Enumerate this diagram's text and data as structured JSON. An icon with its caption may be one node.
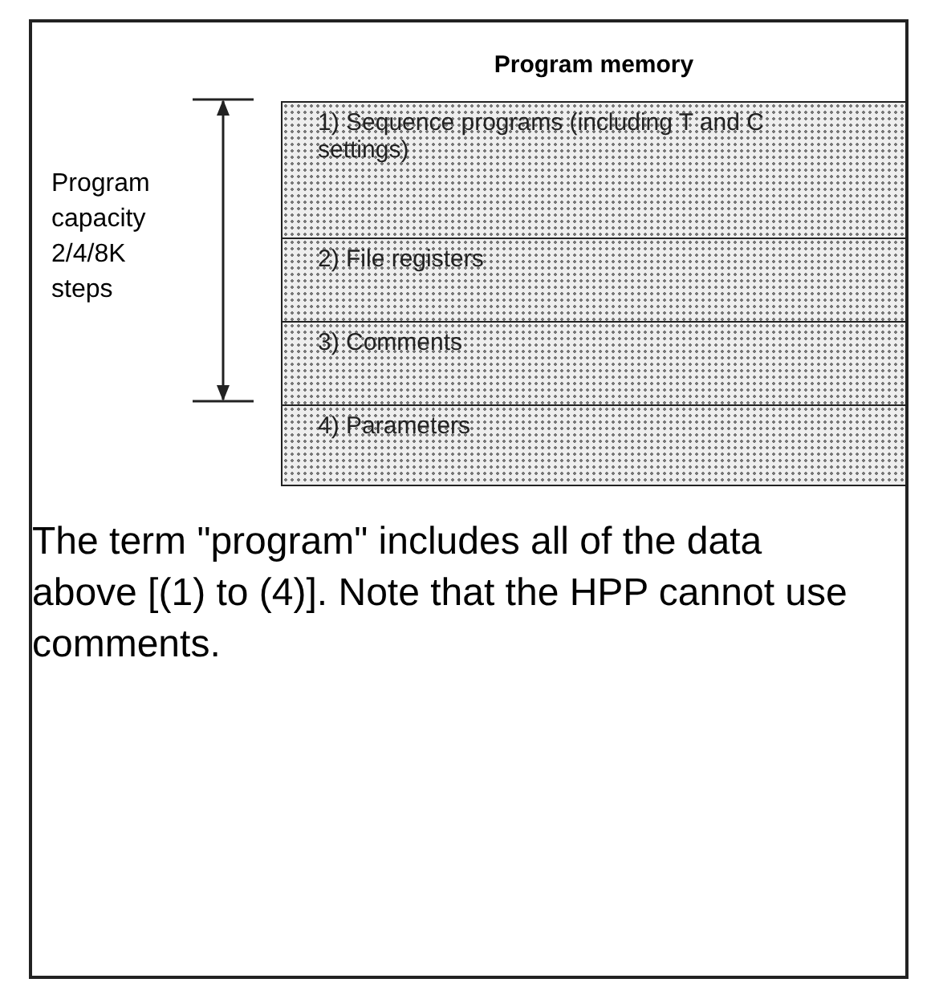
{
  "diagram": {
    "nodes": [
      {
        "text": [
          "Program memory"
        ]
      },
      {
        "text": [
          "1) Sequence programs (including T and C settings)"
        ],
        "in": 0
      },
      {
        "text": [
          "2) File registers"
        ],
        "in": 0
      },
      {
        "text": [
          "3) Comments"
        ],
        "in": 0
      },
      {
        "text": [
          "4) Parameters"
        ],
        "in": 0
      }
    ],
    "labels": [
      "Program capacity 2/4/8K steps",
      "The term \"program\" includes all of the data above [(1) to (4)].  Note that the HPP cannot use comments."
    ]
  }
}
